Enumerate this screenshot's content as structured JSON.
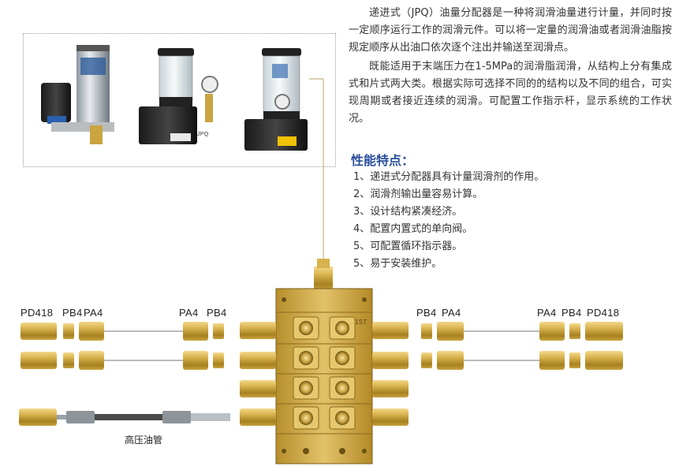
{
  "intro": {
    "paragraph1": "递进式（JPQ）油量分配器是一种将润滑油量进行计量，并同时按一定顺序运行工作的润滑元件。可以将一定量的润滑油或者润滑油脂按规定顺序从出油口依次逐个注出并输送至润滑点。",
    "paragraph2": "既能适用于末端压力在1-5MPa的润滑脂润滑，从结构上分有集成式和片式两大类。根据实际可选择不同的的结构以及不同的组合，可实现周期或者接近连续的润滑。可配置工作指示杆，显示系统的工作状况。"
  },
  "features": {
    "title": "性能特点：",
    "items": [
      "1、递进式分配器具有计量润滑剂的作用。",
      "2、润滑剂输出量容易计算。",
      "3、设计结构紧凑经济。",
      "4、配置内置式的单向阀。",
      "5、可配置循环指示器。",
      "5、易于安装维护。"
    ]
  },
  "labels": {
    "left_pd418": "PD418",
    "left_pb4": "PB4",
    "left_pa4": "PA4",
    "mid_left_pa4": "PA4",
    "mid_left_pb4": "PB4",
    "mid_right_pb4": "PB4",
    "mid_right_pa4": "PA4",
    "right_pa4": "PA4",
    "right_pb4": "PB4",
    "right_pd418": "PD418",
    "block_mark": "1ST",
    "pump_label": "JPQ",
    "hose": "高压油管"
  },
  "colors": {
    "brass": "#c9a441",
    "brass_dark": "#8a6a1f",
    "brass_light": "#efd27a",
    "steel": "#9aa3ab",
    "title_blue": "#2a4f9c"
  }
}
